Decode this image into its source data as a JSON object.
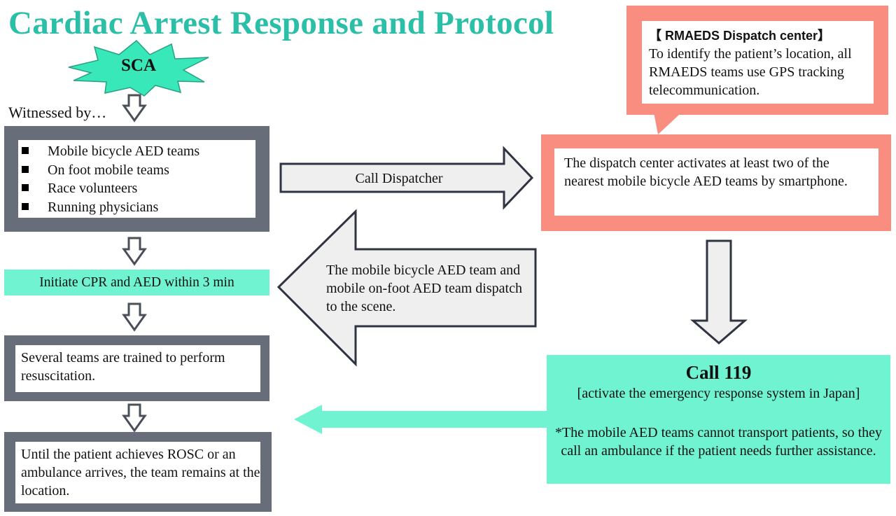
{
  "title": "Cardiac Arrest Response and Protocol",
  "start": {
    "label": "SCA"
  },
  "witnessed_label": "Witnessed by…",
  "witnesses": [
    "Mobile bicycle AED teams",
    "On foot mobile teams",
    "Race volunteers",
    "Running physicians"
  ],
  "steps": {
    "initiate": "Initiate CPR and AED within 3 min",
    "trained": "Several teams are trained to perform resuscitation.",
    "until": "Until the patient achieves ROSC or an ambulance arrives, the team remains at the location."
  },
  "arrows": {
    "call_dispatcher": "Call Dispatcher",
    "dispatch_scene": "The mobile bicycle AED team and mobile on-foot AED team dispatch to the scene."
  },
  "dispatch_callout": {
    "title": "【 RMAEDS Dispatch center】",
    "body": "To identify the patient’s location, all RMAEDS teams use GPS tracking telecommunication."
  },
  "dispatch_box": "The dispatch center activates at least two of the nearest mobile bicycle AED teams by smartphone.",
  "call119": {
    "title": "Call 119",
    "subtitle": "[activate the emergency response system in Japan]",
    "note": "*The mobile AED teams cannot transport patients, so they call an ambulance if the patient needs further assistance."
  },
  "colors": {
    "title": "#2cbfa7",
    "mint": "#6ff3d0",
    "salmon": "#f98e80",
    "slate": "#676d79",
    "arrow_fill": "#efefef"
  }
}
